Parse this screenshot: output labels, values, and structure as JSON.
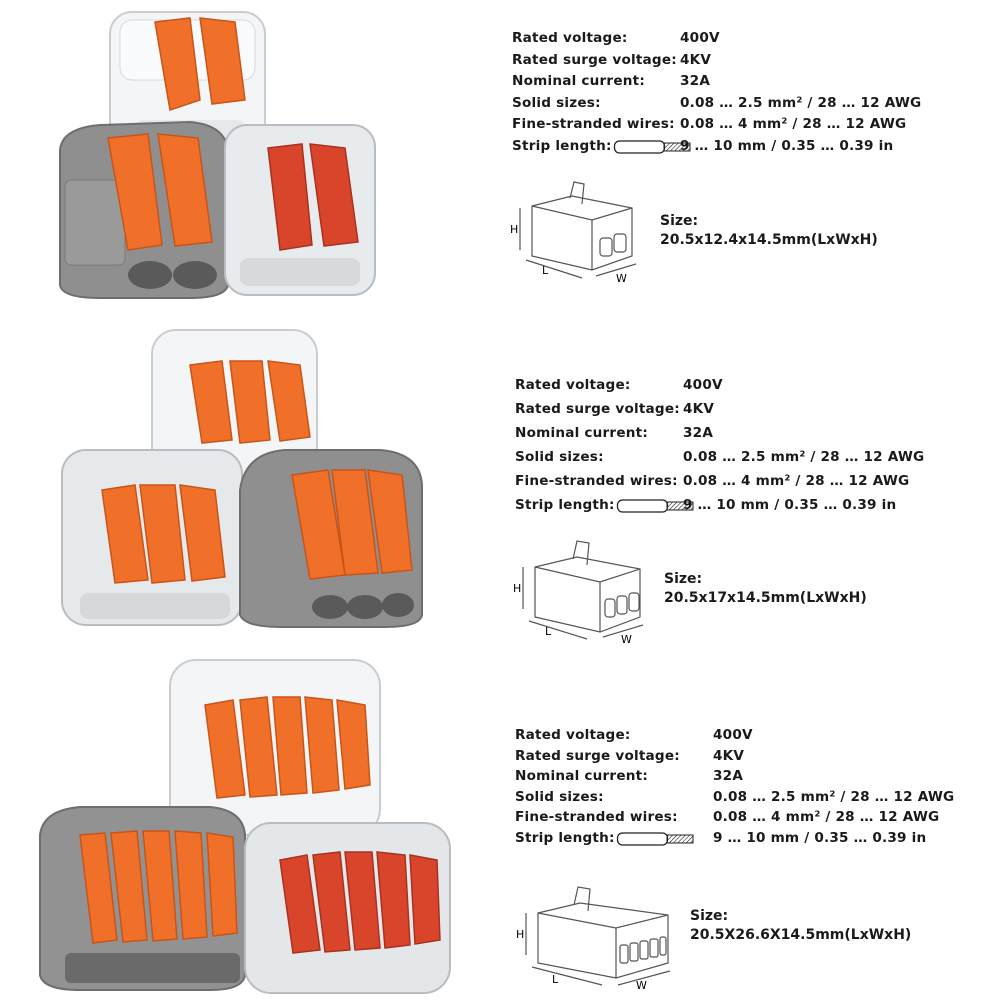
{
  "sections": [
    {
      "id": "two-way",
      "specs": [
        {
          "label": "Rated voltage:",
          "value": "400V"
        },
        {
          "label": "Rated surge voltage:",
          "value": "4KV"
        },
        {
          "label": "Nominal current:",
          "value": "32A"
        },
        {
          "label": "Solid sizes:",
          "value": "0.08 … 2.5 mm² / 28 … 12 AWG"
        },
        {
          "label": "Fine-stranded wires:",
          "value": "0.08 … 4 mm² / 28 … 12 AWG"
        },
        {
          "label": "Strip length:",
          "value": "9 … 10 mm / 0.35 … 0.39 in"
        }
      ],
      "size_label": "Size:",
      "size_value": "20.5x12.4x14.5mm(LxWxH)",
      "dim_labels": {
        "h": "H",
        "l": "L",
        "w": "W"
      }
    },
    {
      "id": "three-way",
      "specs": [
        {
          "label": "Rated voltage:",
          "value": "400V"
        },
        {
          "label": "Rated surge voltage:",
          "value": "4KV"
        },
        {
          "label": "Nominal current:",
          "value": "32A"
        },
        {
          "label": "Solid sizes:",
          "value": "0.08 … 2.5 mm² / 28 … 12 AWG"
        },
        {
          "label": "Fine-stranded wires:",
          "value": "0.08 … 4 mm² / 28 … 12 AWG"
        },
        {
          "label": "Strip length:",
          "value": "9 … 10 mm / 0.35 … 0.39 in"
        }
      ],
      "size_label": "Size:",
      "size_value": "20.5x17x14.5mm(LxWxH)",
      "dim_labels": {
        "h": "H",
        "l": "L",
        "w": "W"
      }
    },
    {
      "id": "five-way",
      "specs": [
        {
          "label": "Rated voltage:",
          "value": "400V"
        },
        {
          "label": "Rated surge voltage:",
          "value": "4KV"
        },
        {
          "label": "Nominal current:",
          "value": "32A"
        },
        {
          "label": "Solid sizes:",
          "value": "0.08 … 2.5 mm² / 28 … 12 AWG"
        },
        {
          "label": "Fine-stranded wires:",
          "value": "0.08 … 4 mm² / 28 … 12 AWG"
        },
        {
          "label": "Strip length:",
          "value": "9 … 10 mm / 0.35 … 0.39 in"
        }
      ],
      "size_label": "Size:",
      "size_value": "20.5X26.6X14.5mm(LxWxH)",
      "dim_labels": {
        "h": "H",
        "l": "L",
        "w": "W"
      }
    }
  ],
  "colors": {
    "lever": "#f0702a",
    "lever_dark": "#c95418",
    "lever_red": "#d9452b",
    "housing_gray": "#8a8a8a",
    "housing_gray_dark": "#6e6e6e",
    "clear_housing": "#eef0f2"
  }
}
